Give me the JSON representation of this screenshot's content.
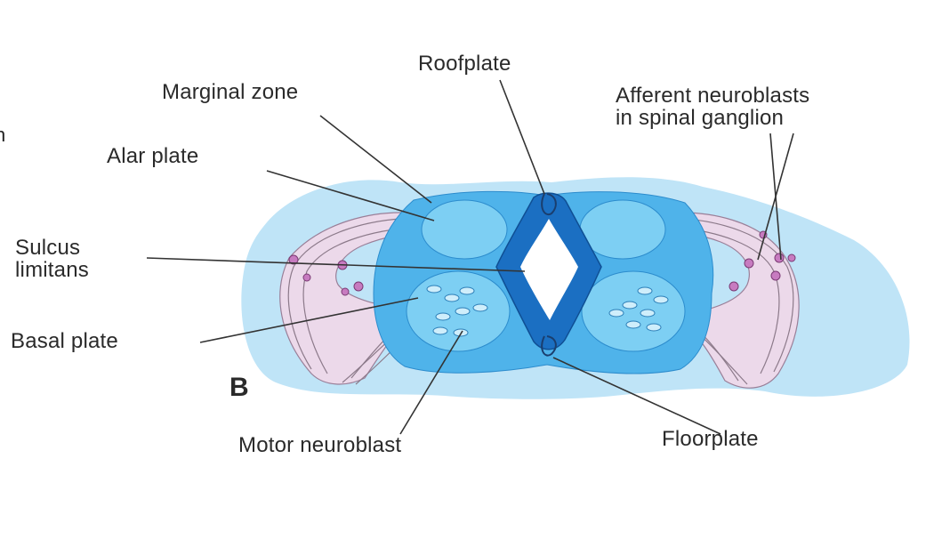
{
  "figure": {
    "panel_letter": "B",
    "edge_fragment": "n",
    "labels": {
      "roofplate": "Roofplate",
      "marginal_zone": "Marginal zone",
      "afferent_line1": "Afferent neuroblasts",
      "afferent_line2": "in spinal ganglion",
      "alar_plate": "Alar plate",
      "sulcus_line1": "Sulcus",
      "sulcus_line2": "limitans",
      "basal_plate": "Basal plate",
      "motor_neuroblast": "Motor neuroblast",
      "floorplate": "Floorplate"
    }
  },
  "colors": {
    "background_tissue": "#bfe4f7",
    "marginal_layer": "#4fb3ea",
    "mantle_regions": "#7dcff3",
    "ependymal_lining": "#1b6fc2",
    "nerve_fibers": "#ecd9ea",
    "neuroblast_cells": "#c77bc0",
    "leader_lines": "#333333"
  }
}
